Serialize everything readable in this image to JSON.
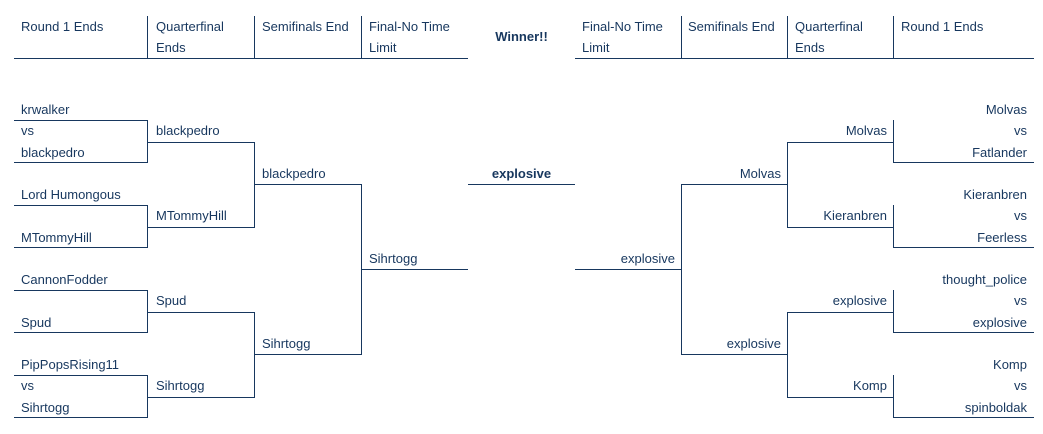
{
  "headers": {
    "left": [
      "Round 1 Ends",
      "Quarterfinal Ends",
      "Semifinals End",
      "Final-No Time Limit"
    ],
    "center": "Winner!!",
    "right": [
      "Final-No Time Limit",
      "Semifinals End",
      "Quarterfinal Ends",
      "Round 1 Ends"
    ]
  },
  "vs_label": "vs",
  "left": {
    "round1": [
      {
        "top": "krwalker",
        "bottom": "blackpedro"
      },
      {
        "top": "Lord Humongous",
        "bottom": "MTommyHill"
      },
      {
        "top": "CannonFodder",
        "bottom": "Spud"
      },
      {
        "top": "PipPopsRising11",
        "bottom": "Sihrtogg"
      }
    ],
    "quarterfinal": [
      "blackpedro",
      "MTommyHill",
      "Spud",
      "Sihrtogg"
    ],
    "semifinal": [
      "blackpedro",
      "Sihrtogg"
    ],
    "final": "Sihrtogg"
  },
  "winner": "explosive",
  "right": {
    "round1": [
      {
        "top": "Molvas",
        "bottom": "Fatlander"
      },
      {
        "top": "Kieranbren",
        "bottom": "Feerless"
      },
      {
        "top": "thought_police",
        "bottom": "explosive"
      },
      {
        "top": "Komp",
        "bottom": "spinboldak"
      }
    ],
    "quarterfinal": [
      "Molvas",
      "Kieranbren",
      "explosive",
      "Komp"
    ],
    "semifinal": [
      "Molvas",
      "explosive"
    ],
    "final": "explosive"
  }
}
